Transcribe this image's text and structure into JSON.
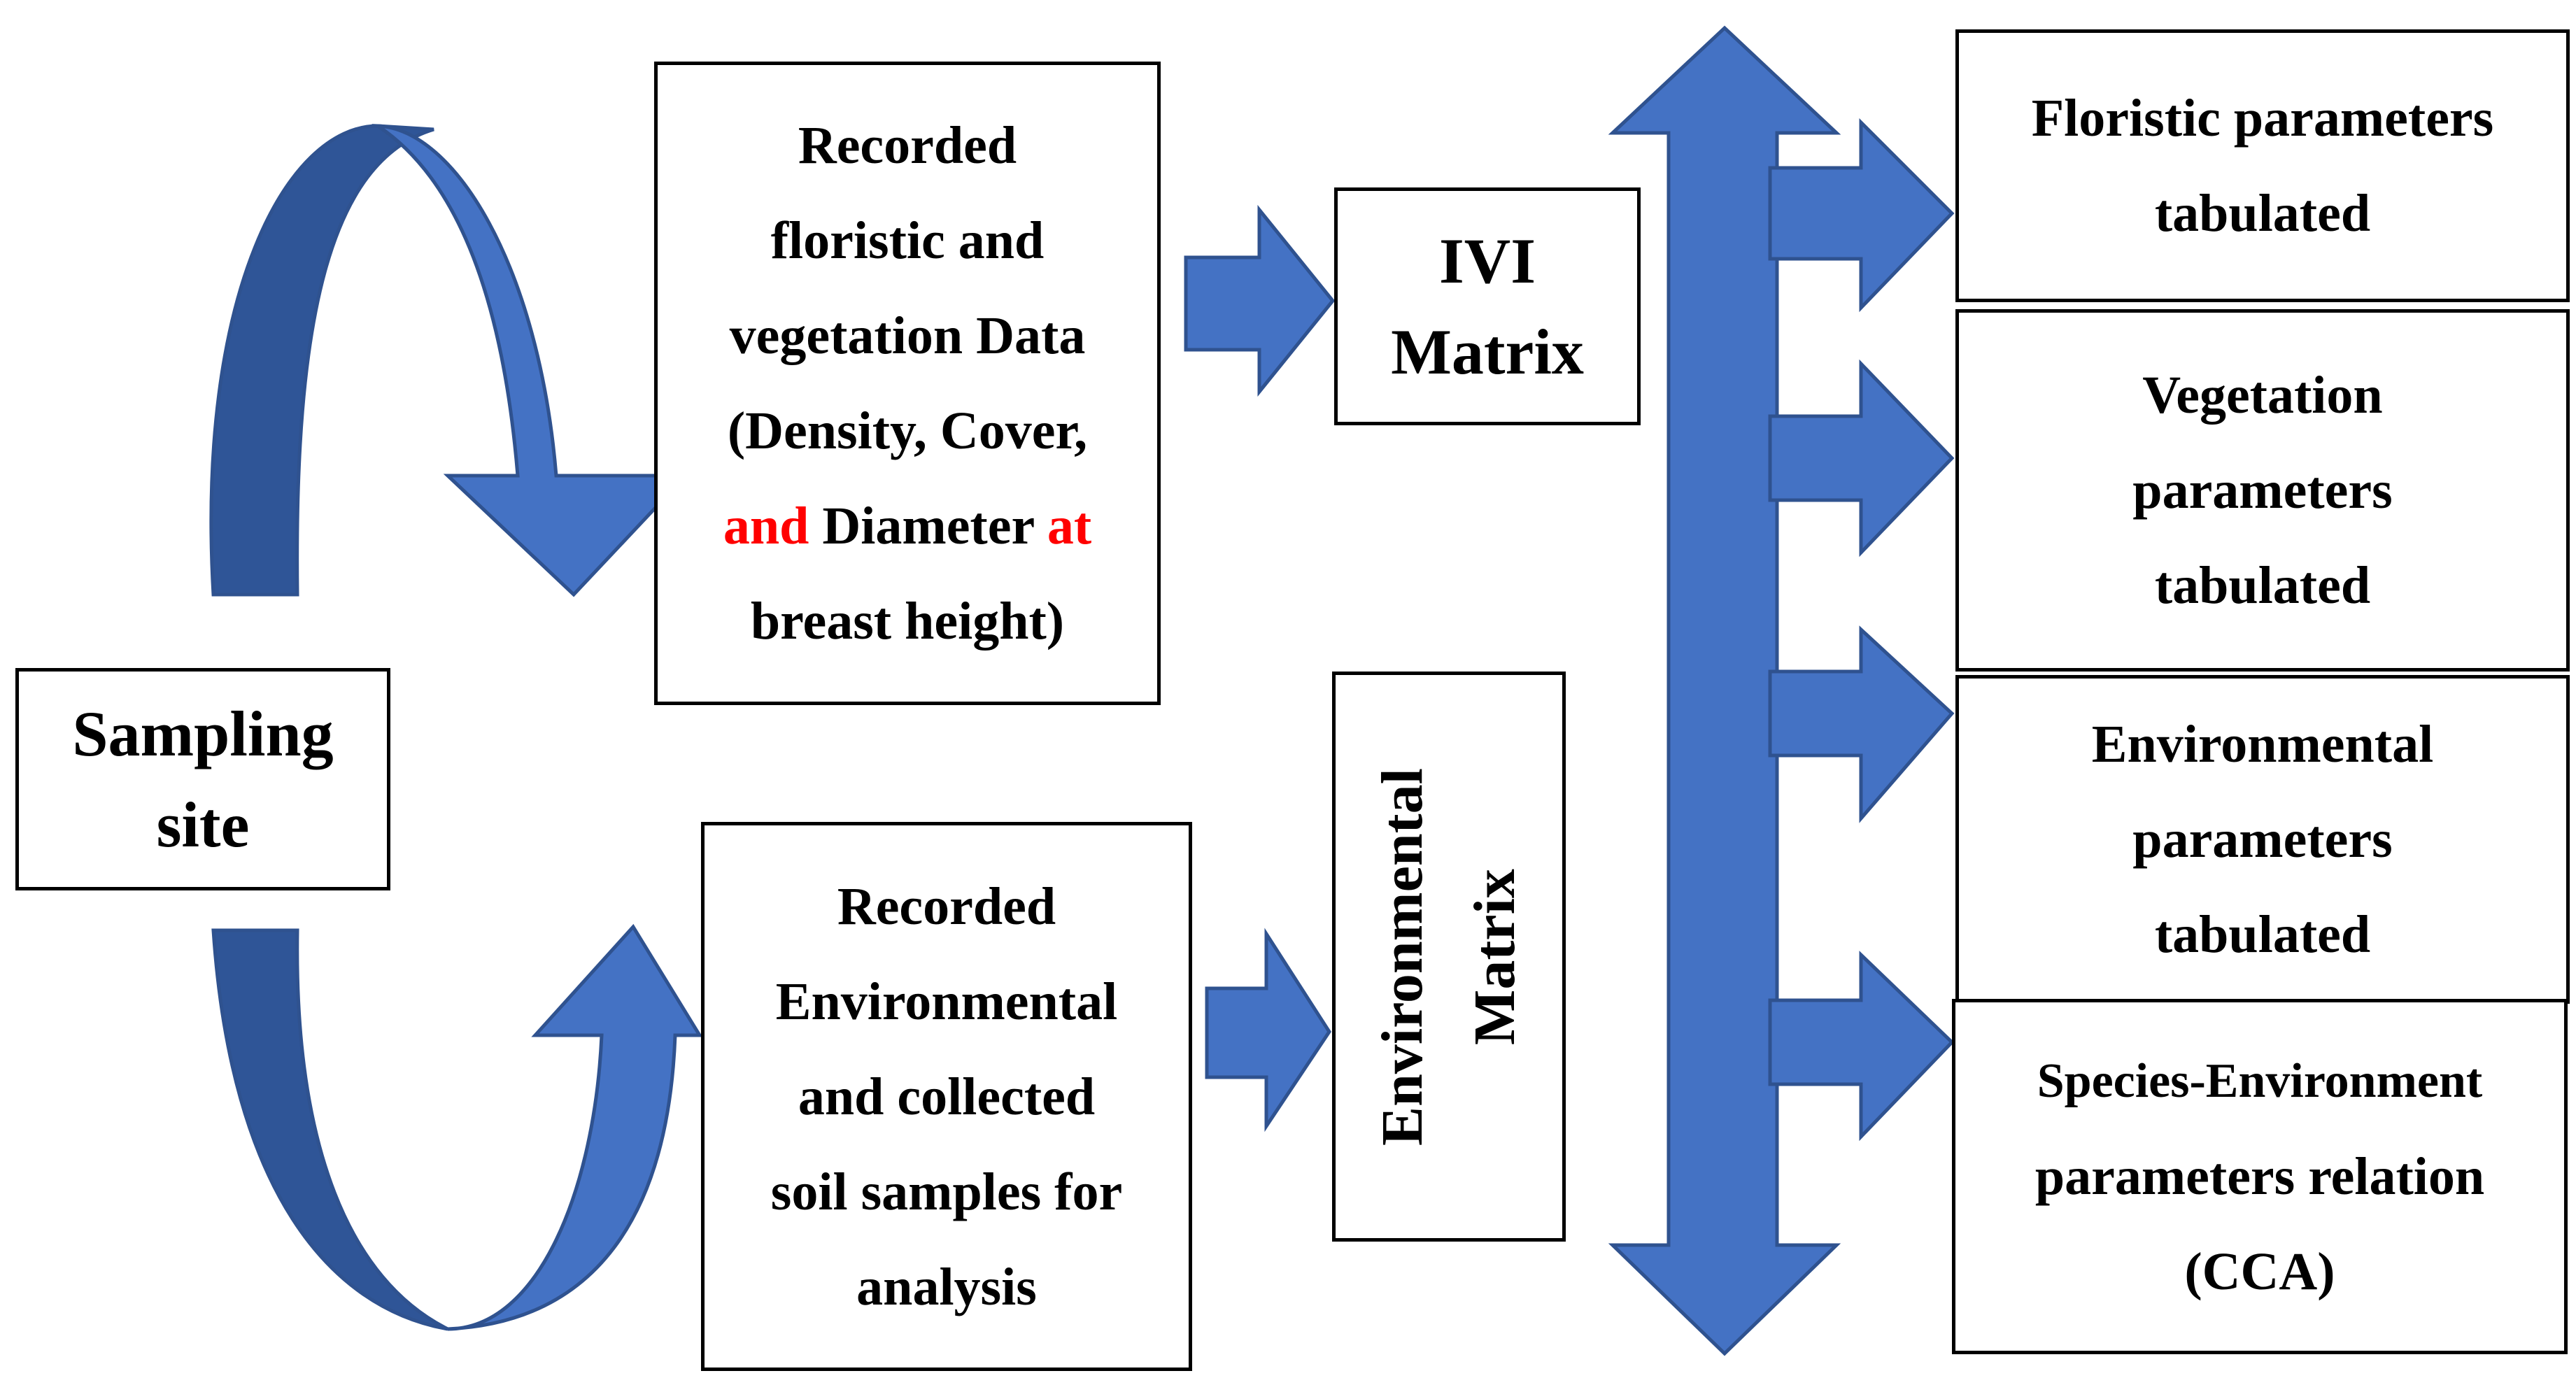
{
  "colors": {
    "arrow_fill": "#4472C4",
    "arrow_dark": "#2F5597",
    "arrow_stroke": "#2F528F",
    "border": "#000000",
    "highlight": "#FF0000"
  },
  "nodes": {
    "sampling_site": {
      "line1": "Sampling",
      "line2": "site"
    },
    "recorded_floristic": {
      "line1": "Recorded",
      "line2": "floristic and",
      "line3": "vegetation Data",
      "line4": "(Density, Cover,",
      "line5_red1": "and",
      "line5_mid": " Diameter ",
      "line5_red2": "at",
      "line6": "breast height)"
    },
    "recorded_environmental": {
      "line1": "Recorded",
      "line2": "Environmental",
      "line3": "and collected",
      "line4": "soil samples for",
      "line5": "analysis"
    },
    "ivi_matrix": {
      "line1": "IVI",
      "line2": "Matrix"
    },
    "environmental_matrix": {
      "line1": "Environmental",
      "line2": "Matrix"
    },
    "floristic_tabulated": {
      "line1": "Floristic parameters",
      "line2": "tabulated"
    },
    "vegetation_tabulated": {
      "line1": "Vegetation",
      "line2": "parameters",
      "line3": "tabulated"
    },
    "environmental_tabulated": {
      "line1": "Environmental",
      "line2": "parameters",
      "line3": "tabulated"
    },
    "cca_relation": {
      "line1": "Species-Environment",
      "line2": "parameters relation",
      "line3": "(CCA)"
    }
  }
}
